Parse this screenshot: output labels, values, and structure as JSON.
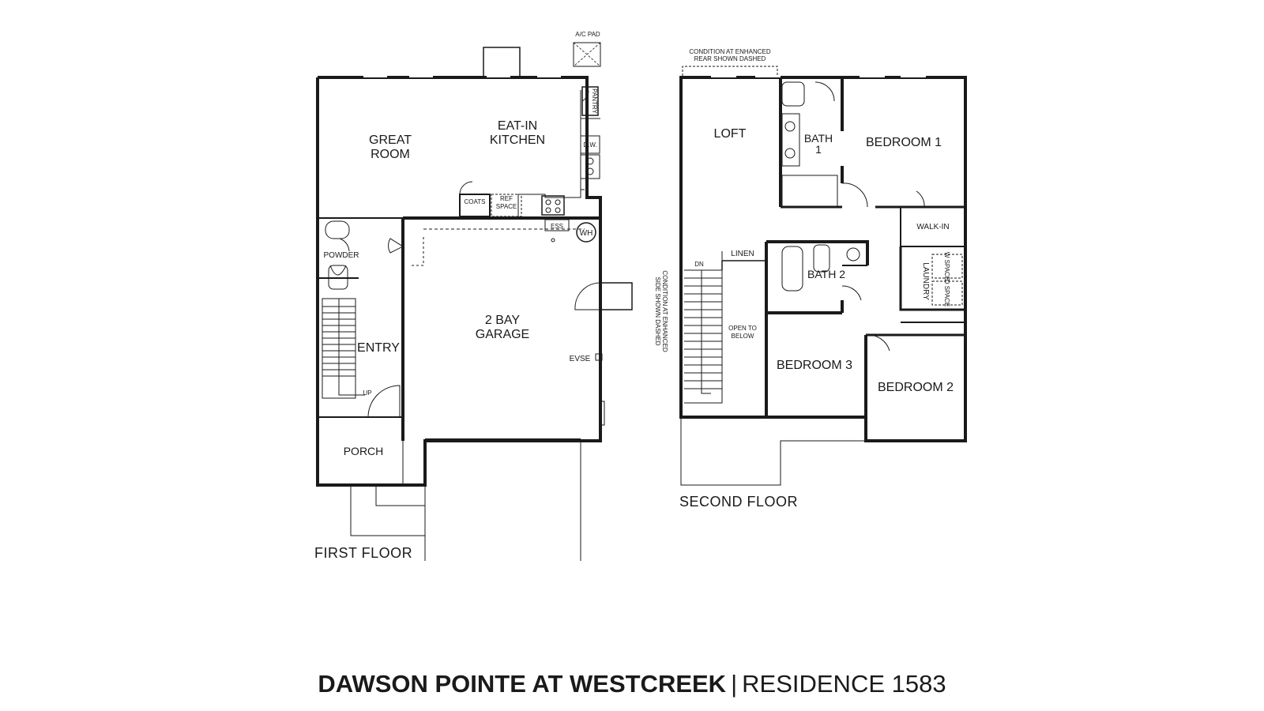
{
  "title": {
    "community": "DAWSON POINTE AT WESTCREEK",
    "separator": "|",
    "residence": "RESIDENCE 1583"
  },
  "first_floor": {
    "floor_label": "FIRST FLOOR",
    "great_room": [
      "GREAT",
      "ROOM"
    ],
    "kitchen": [
      "EAT-IN",
      "KITCHEN"
    ],
    "pantry": "PANTRY",
    "dishwasher": "D.W.",
    "coats": "COATS",
    "ref_space": [
      "REF",
      "SPACE"
    ],
    "ess": "ESS",
    "water_heater": "WH",
    "powder": "POWDER",
    "entry": "ENTRY",
    "up": "UP",
    "garage": [
      "2 BAY",
      "GARAGE"
    ],
    "evse": "EVSE",
    "porch": "PORCH",
    "ac_pad": "A/C PAD"
  },
  "second_floor": {
    "floor_label": "SECOND FLOOR",
    "rear_note": [
      "CONDITION AT ENHANCED",
      "REAR SHOWN DASHED"
    ],
    "side_note": [
      "CONDITION AT ENHANCED",
      "SIDE SHOWN DASHED"
    ],
    "loft": "LOFT",
    "bath1": [
      "BATH",
      "1"
    ],
    "bedroom1": "BEDROOM 1",
    "walk_in": "WALK-IN",
    "laundry": "LAUNDRY",
    "washer_space": "W SPACE",
    "dryer_space": "D SPACE",
    "linen": "LINEN",
    "dn": "DN",
    "bath2": "BATH 2",
    "open_to_below": [
      "OPEN TO",
      "BELOW"
    ],
    "bedroom3": "BEDROOM 3",
    "bedroom2": "BEDROOM 2"
  }
}
